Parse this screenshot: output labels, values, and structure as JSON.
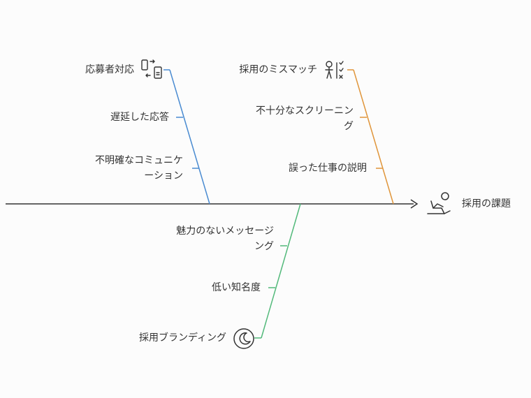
{
  "problem": {
    "label": "採用の課題",
    "icon": "person-reclining-icon"
  },
  "colors": {
    "spine": "#333333",
    "response_branch": "#4a8bd1",
    "mismatch_branch": "#e0953a",
    "branding_branch": "#52b97a",
    "text": "#333333",
    "background": "#fcfcfc"
  },
  "categories": [
    {
      "id": "response",
      "label": "応募者対応",
      "icon": "phone-document-swap-icon",
      "causes": [
        "遅延した応答",
        "不明確なコミュニケーション"
      ]
    },
    {
      "id": "mismatch",
      "label": "採用のミスマッチ",
      "icon": "person-checklist-icon",
      "causes": [
        "不十分なスクリーニング",
        "誤った仕事の説明"
      ]
    },
    {
      "id": "branding",
      "label": "採用ブランディング",
      "icon": "moon-badge-icon",
      "causes": [
        "魅力のないメッセージング",
        "低い知名度"
      ]
    }
  ]
}
